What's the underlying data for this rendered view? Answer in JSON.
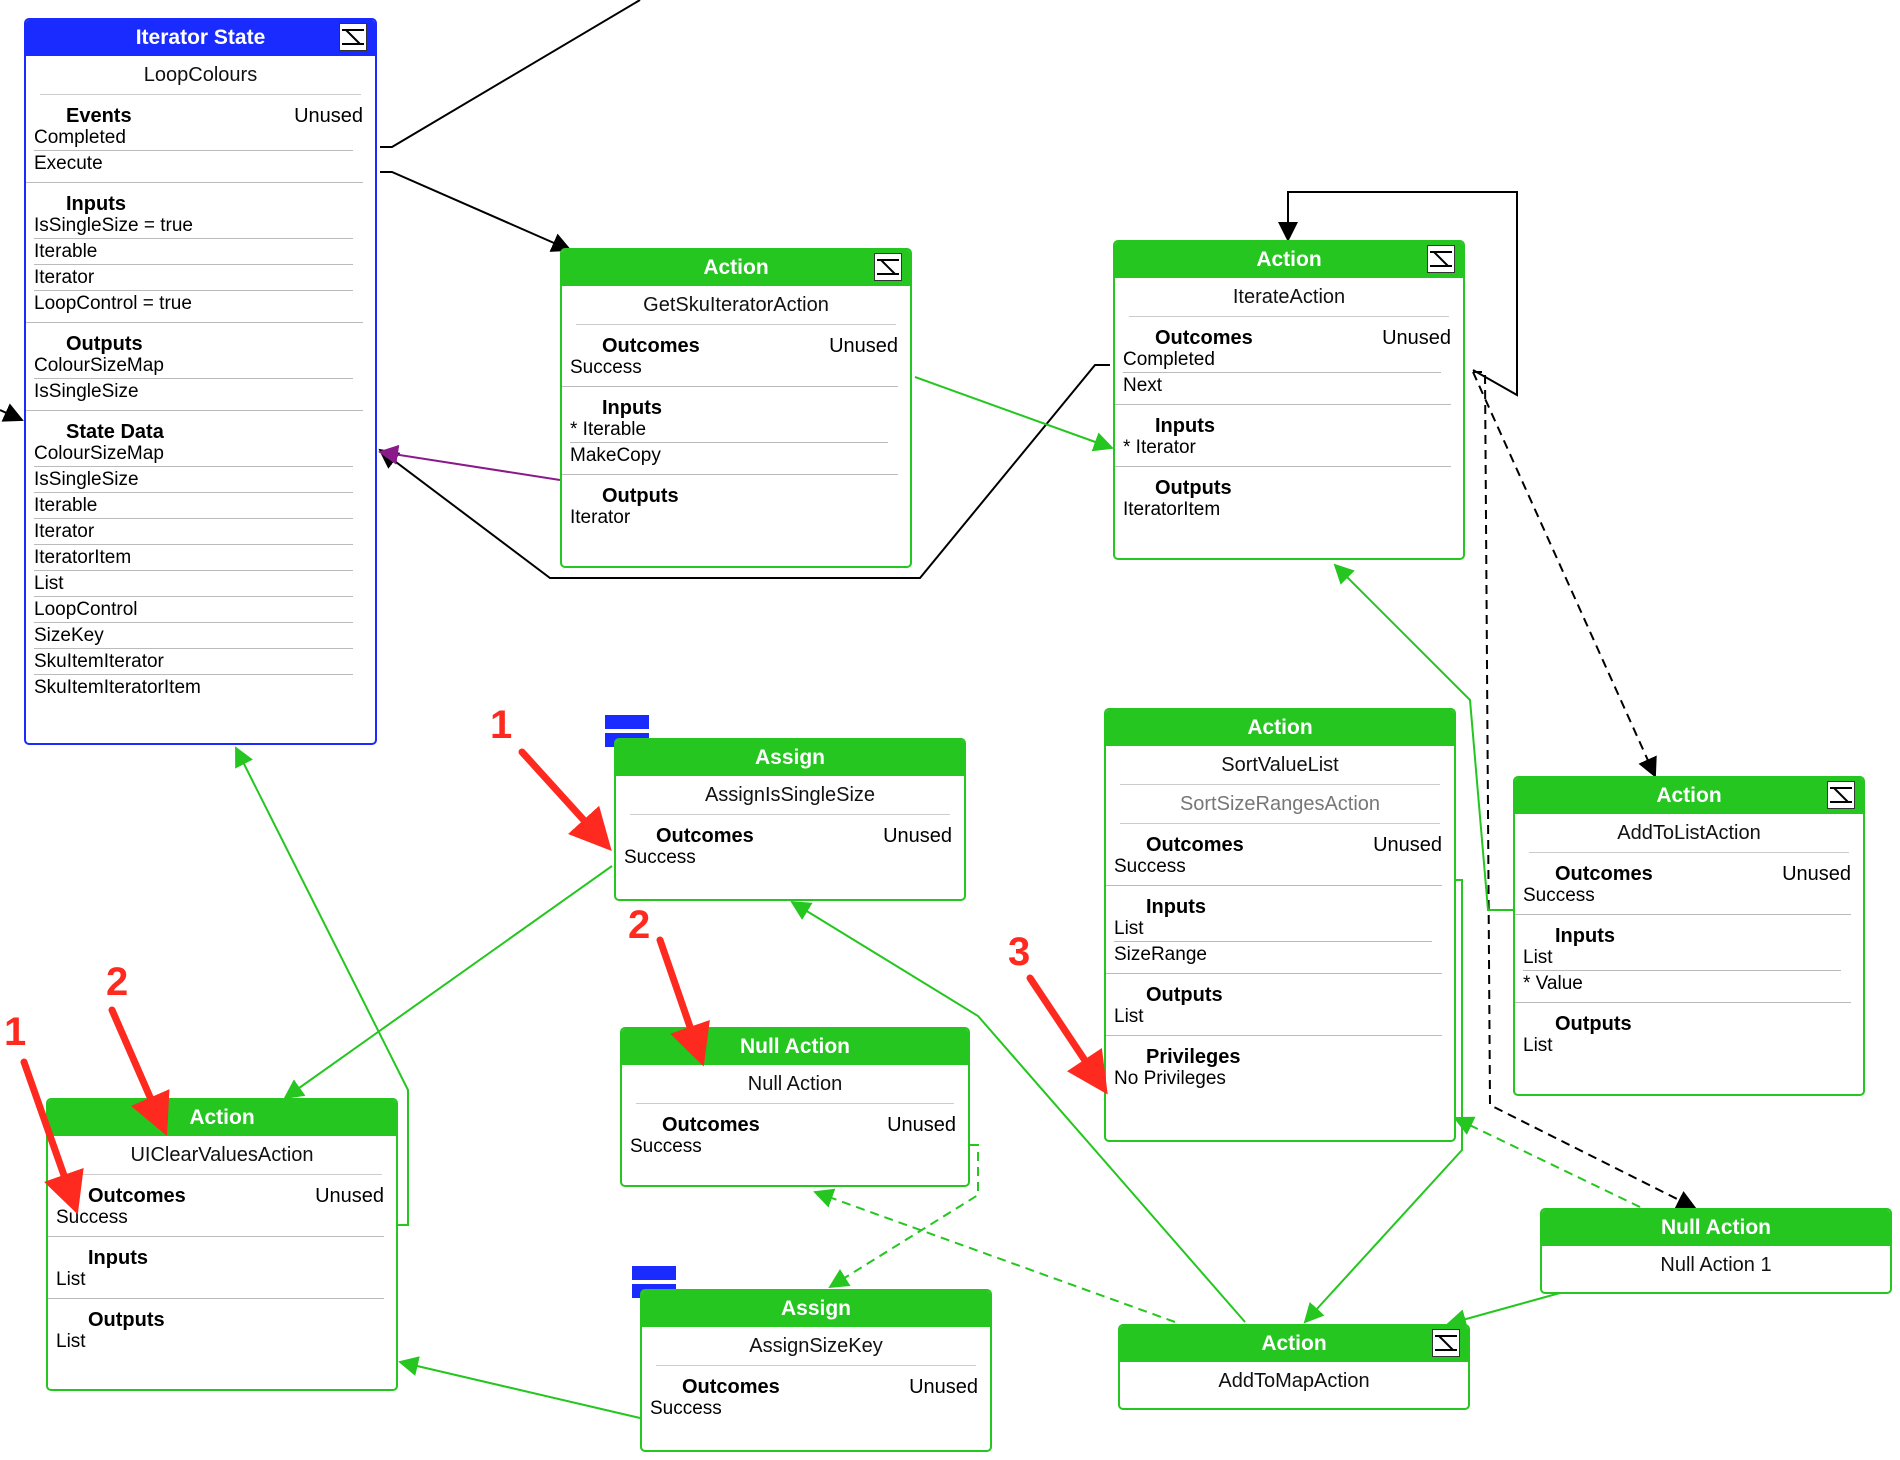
{
  "iterator_state": {
    "header": "Iterator State",
    "title": "LoopColours",
    "events_label": "Events",
    "events_status": "Unused",
    "events": [
      "Completed",
      "Execute"
    ],
    "inputs_label": "Inputs",
    "inputs": [
      "IsSingleSize = true",
      "Iterable",
      "Iterator",
      "LoopControl = true"
    ],
    "outputs_label": "Outputs",
    "outputs": [
      "ColourSizeMap",
      "IsSingleSize"
    ],
    "state_label": "State Data",
    "state": [
      "ColourSizeMap",
      "IsSingleSize",
      "Iterable",
      "Iterator",
      "IteratorItem",
      "List",
      "LoopControl",
      "SizeKey",
      "SkuItemIterator",
      "SkuItemIteratorItem"
    ]
  },
  "get_sku": {
    "header": "Action",
    "title": "GetSkuIteratorAction",
    "outcomes_label": "Outcomes",
    "outcomes_status": "Unused",
    "outcomes": [
      "Success"
    ],
    "inputs_label": "Inputs",
    "inputs": [
      "* Iterable",
      "MakeCopy"
    ],
    "outputs_label": "Outputs",
    "outputs": [
      "Iterator"
    ]
  },
  "iterate": {
    "header": "Action",
    "title": "IterateAction",
    "outcomes_label": "Outcomes",
    "outcomes_status": "Unused",
    "outcomes": [
      "Completed",
      "Next"
    ],
    "inputs_label": "Inputs",
    "inputs": [
      "* Iterator"
    ],
    "outputs_label": "Outputs",
    "outputs": [
      "IteratorItem"
    ]
  },
  "assign_single": {
    "header": "Assign",
    "title": "AssignIsSingleSize",
    "outcomes_label": "Outcomes",
    "outcomes_status": "Unused",
    "outcomes": [
      "Success"
    ]
  },
  "sort": {
    "header": "Action",
    "title": "SortValueList",
    "subtitle": "SortSizeRangesAction",
    "outcomes_label": "Outcomes",
    "outcomes_status": "Unused",
    "outcomes": [
      "Success"
    ],
    "inputs_label": "Inputs",
    "inputs": [
      "List",
      "SizeRange"
    ],
    "outputs_label": "Outputs",
    "outputs": [
      "List"
    ],
    "privileges_label": "Privileges",
    "privileges": [
      "No Privileges"
    ]
  },
  "add_list": {
    "header": "Action",
    "title": "AddToListAction",
    "outcomes_label": "Outcomes",
    "outcomes_status": "Unused",
    "outcomes": [
      "Success"
    ],
    "inputs_label": "Inputs",
    "inputs": [
      "List",
      "* Value"
    ],
    "outputs_label": "Outputs",
    "outputs": [
      "List"
    ]
  },
  "null_action": {
    "header": "Null Action",
    "title": "Null Action",
    "outcomes_label": "Outcomes",
    "outcomes_status": "Unused",
    "outcomes": [
      "Success"
    ]
  },
  "ui_clear": {
    "header": "Action",
    "title": "UIClearValuesAction",
    "outcomes_label": "Outcomes",
    "outcomes_status": "Unused",
    "outcomes": [
      "Success"
    ],
    "inputs_label": "Inputs",
    "inputs": [
      "List"
    ],
    "outputs_label": "Outputs",
    "outputs": [
      "List"
    ]
  },
  "null_action_1": {
    "header": "Null Action",
    "title": "Null Action 1"
  },
  "assign_size": {
    "header": "Assign",
    "title": "AssignSizeKey",
    "outcomes_label": "Outcomes",
    "outcomes_status": "Unused",
    "outcomes": [
      "Success"
    ]
  },
  "add_map": {
    "header": "Action",
    "title": "AddToMapAction"
  },
  "annotations": [
    "1",
    "1",
    "2",
    "2",
    "3"
  ],
  "colors": {
    "action_green": "#24c61f",
    "state_blue": "#1a2bff",
    "annotation_red": "#ff2a1f",
    "link_purple": "#8a1a8a"
  }
}
